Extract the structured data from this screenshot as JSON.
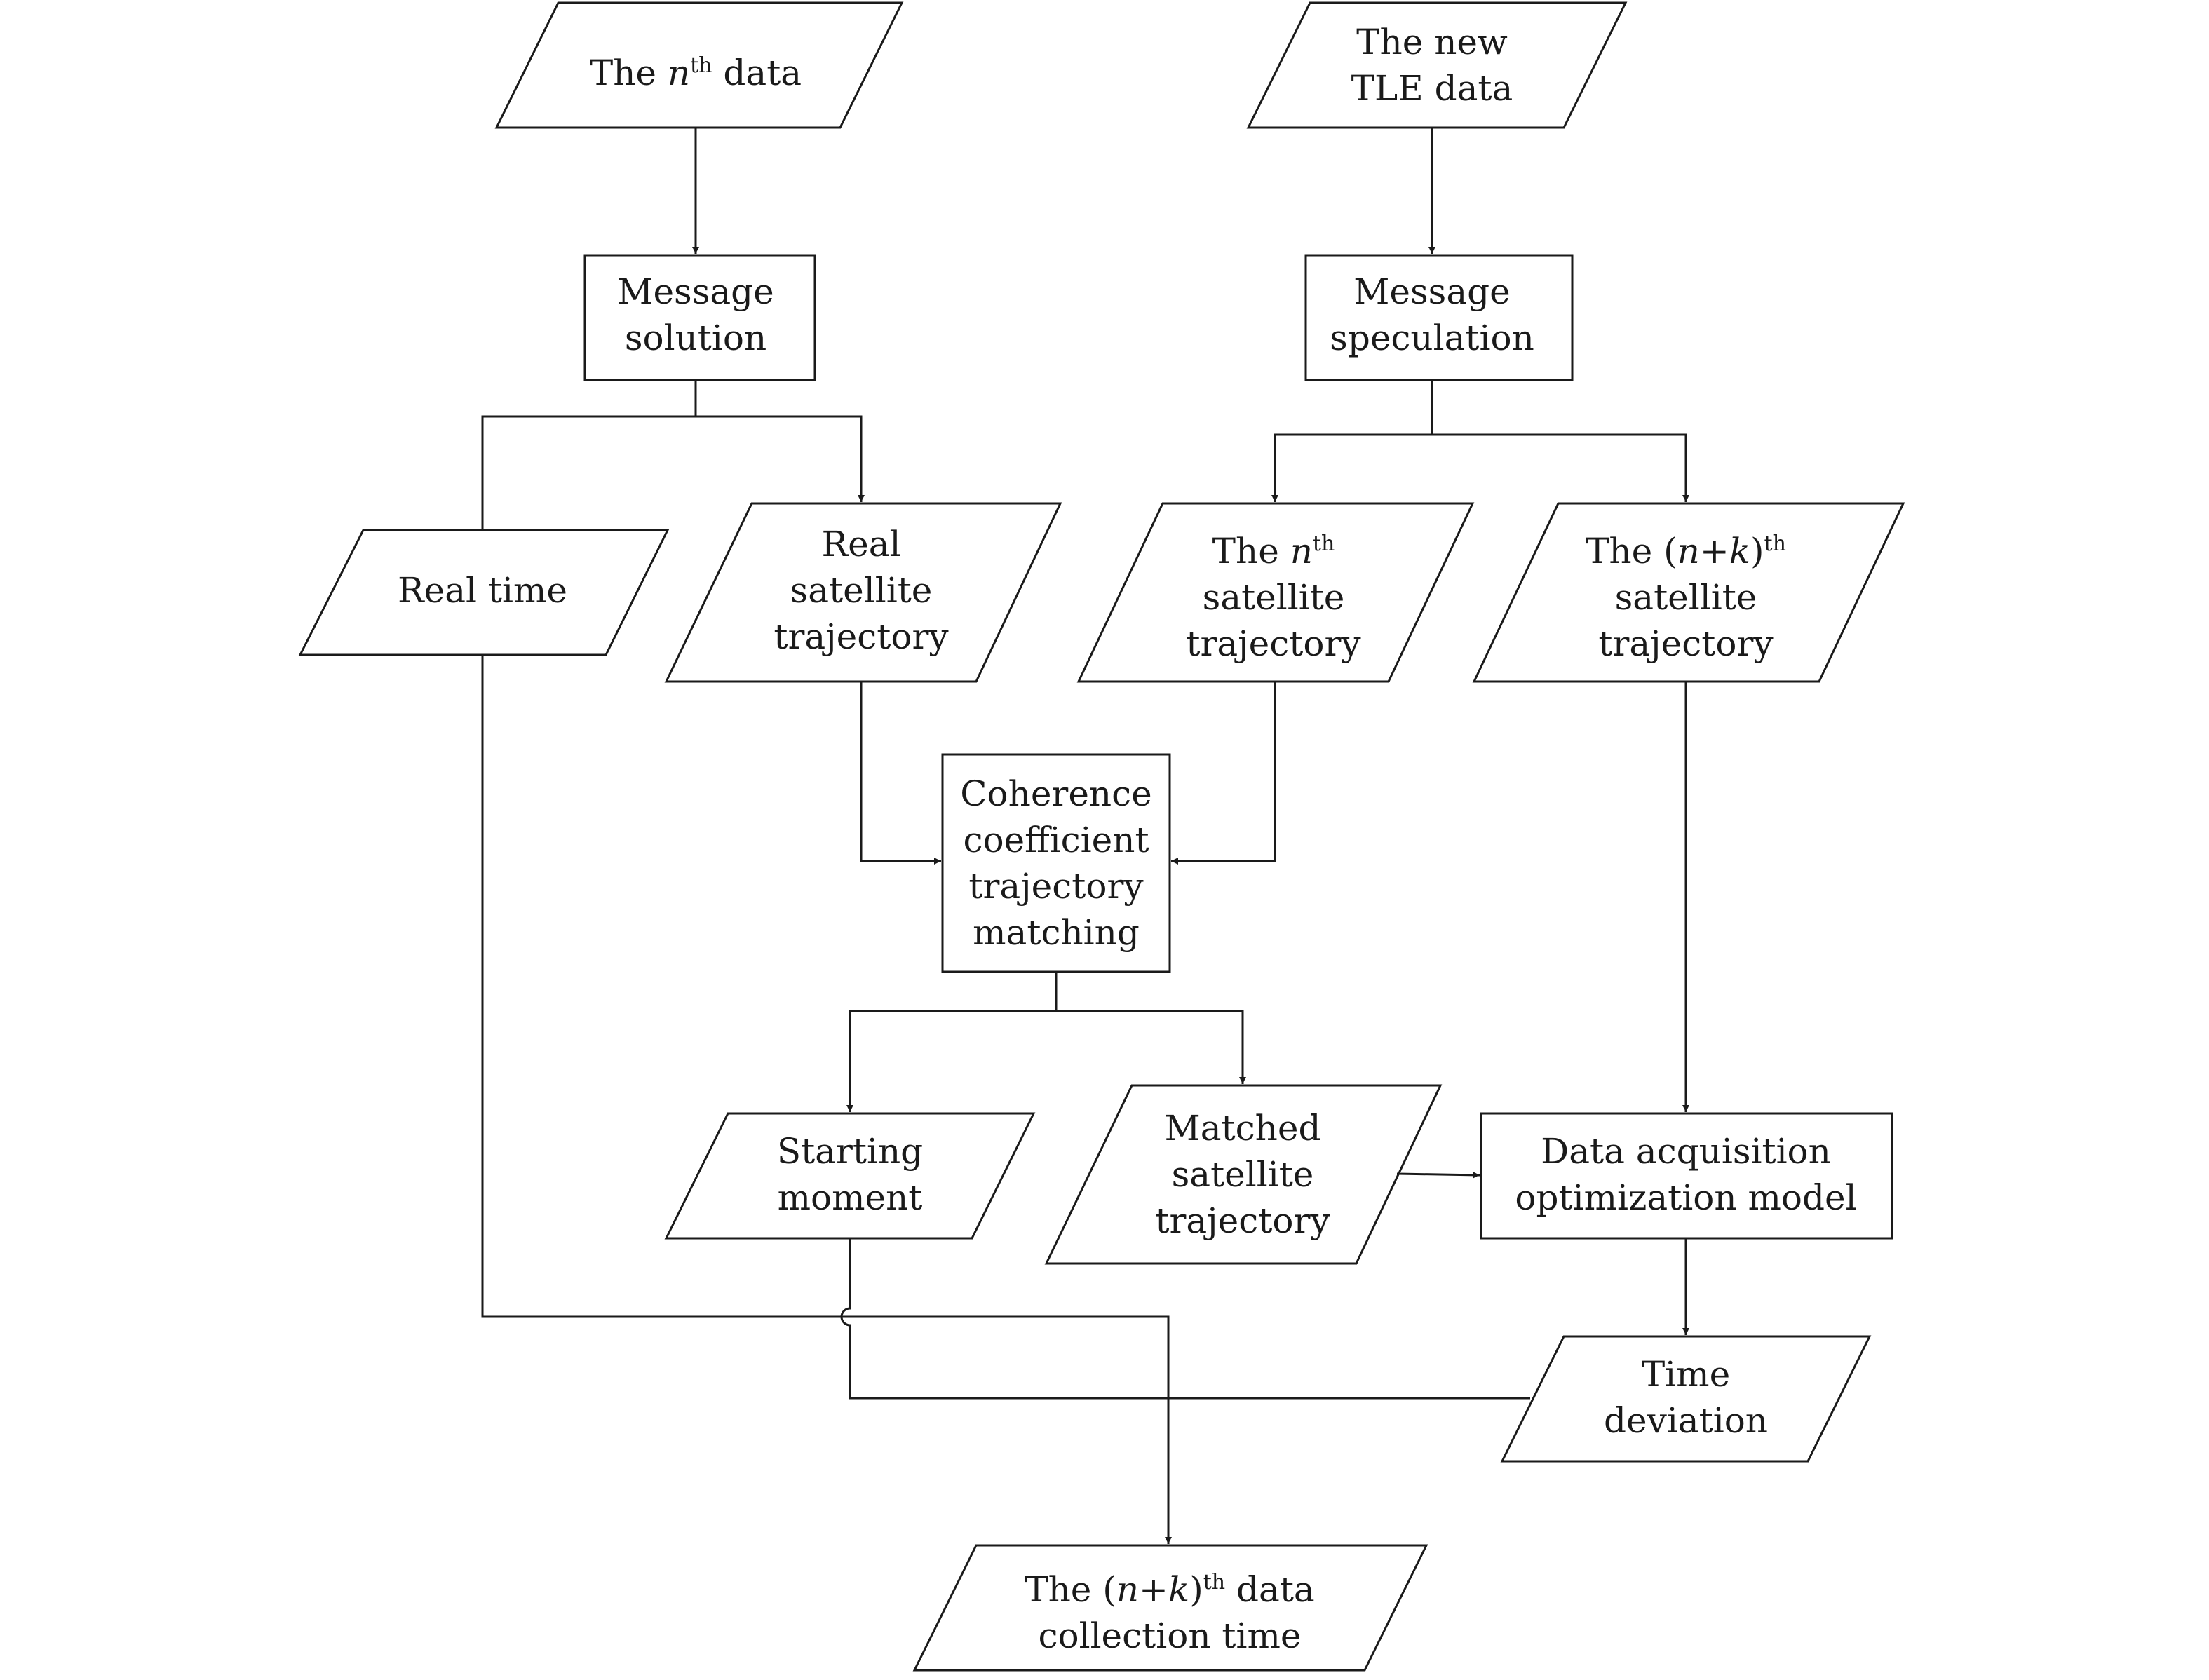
{
  "nodes": {
    "nth_data": {
      "lines": [
        "The <i>n</i><sup>th</sup> data"
      ]
    },
    "new_tle_data": {
      "lines": [
        "The new",
        "TLE data"
      ]
    },
    "message_solution": {
      "lines": [
        "Message",
        "solution"
      ]
    },
    "message_speculation": {
      "lines": [
        "Message",
        "speculation"
      ]
    },
    "real_time": {
      "lines": [
        "Real time"
      ]
    },
    "real_satellite_trajectory": {
      "lines": [
        "Real",
        "satellite",
        "trajectory"
      ]
    },
    "nth_satellite_trajectory": {
      "lines": [
        "The <i>n</i><sup>th</sup>",
        "satellite",
        "trajectory"
      ]
    },
    "nk_satellite_trajectory": {
      "lines": [
        "The (<i>n</i>+<i>k</i>)<sup>th</sup>",
        "satellite",
        "trajectory"
      ]
    },
    "coherence_matching": {
      "lines": [
        "Coherence",
        "coefficient",
        "trajectory",
        "matching"
      ]
    },
    "starting_moment": {
      "lines": [
        "Starting",
        "moment"
      ]
    },
    "matched_satellite_trajectory": {
      "lines": [
        "Matched",
        "satellite",
        "trajectory"
      ]
    },
    "optimization_model": {
      "lines": [
        "Data acquisition",
        "optimization model"
      ]
    },
    "time_deviation": {
      "lines": [
        "Time",
        "deviation"
      ]
    },
    "nk_collection_time": {
      "lines": [
        "The (<i>n</i>+<i>k</i>)<sup>th</sup> data",
        "collection time"
      ]
    }
  }
}
